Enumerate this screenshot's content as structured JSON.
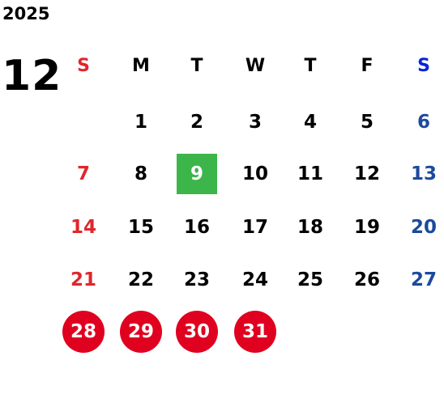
{
  "calendar": {
    "year": "2025",
    "month": "12",
    "weekdays": [
      "S",
      "M",
      "T",
      "W",
      "T",
      "F",
      "S"
    ],
    "weeks": [
      [
        "",
        "1",
        "2",
        "3",
        "4",
        "5",
        "6"
      ],
      [
        "7",
        "8",
        "9",
        "10",
        "11",
        "12",
        "13"
      ],
      [
        "14",
        "15",
        "16",
        "17",
        "18",
        "19",
        "20"
      ],
      [
        "21",
        "22",
        "23",
        "24",
        "25",
        "26",
        "27"
      ],
      [
        "28",
        "29",
        "30",
        "31",
        "",
        "",
        ""
      ]
    ],
    "today": "9",
    "highlighted_days": [
      "28",
      "29",
      "30",
      "31"
    ],
    "colors": {
      "sunday": "#e0262c",
      "saturday": "#1c4a9c",
      "saturday_header": "#0a23d8",
      "today_bg": "#3cb54a",
      "highlight_bg": "#e0001f",
      "text": "#000000"
    }
  }
}
